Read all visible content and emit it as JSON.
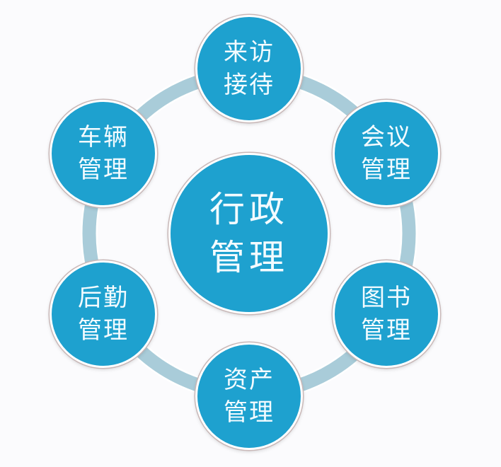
{
  "diagram": {
    "type": "hub-and-spoke ring",
    "colors": {
      "background": "#fbfbfd",
      "node_fill": "#1ea1cf",
      "node_border": "#ffffff",
      "ring": "#a9ccd9",
      "text": "#f3fbff"
    },
    "center": {
      "line1": "行政",
      "line2": "管理"
    },
    "nodes": [
      {
        "id": "top",
        "line1": "来访",
        "line2": "接待"
      },
      {
        "id": "upper-right",
        "line1": "会议",
        "line2": "管理"
      },
      {
        "id": "lower-right",
        "line1": "图书",
        "line2": "管理"
      },
      {
        "id": "bottom",
        "line1": "资产",
        "line2": "管理"
      },
      {
        "id": "lower-left",
        "line1": "后勤",
        "line2": "管理"
      },
      {
        "id": "upper-left",
        "line1": "车辆",
        "line2": "管理"
      }
    ]
  }
}
